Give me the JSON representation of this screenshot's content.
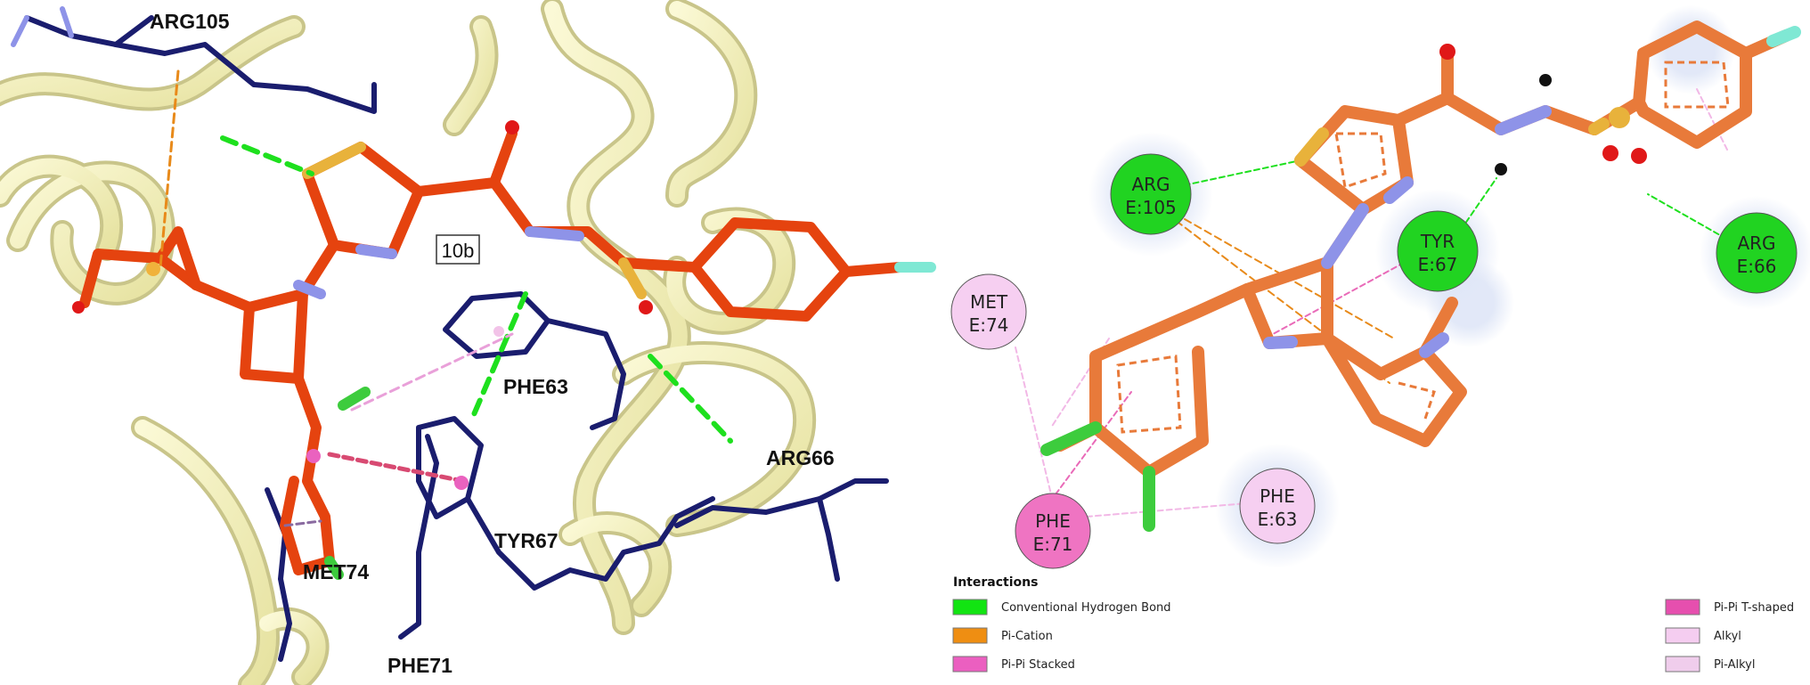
{
  "view3d": {
    "ligand_label": "10b",
    "residues": [
      "ARG105",
      "PHE63",
      "ARG66",
      "TYR67",
      "MET74",
      "PHE71"
    ]
  },
  "view2d": {
    "residues": [
      {
        "line1": "ARG",
        "line2": "E:105",
        "color": "#21d321"
      },
      {
        "line1": "TYR",
        "line2": "E:67",
        "color": "#21d321"
      },
      {
        "line1": "ARG",
        "line2": "E:66",
        "color": "#21d321"
      },
      {
        "line1": "MET",
        "line2": "E:74",
        "color": "#f6cff1"
      },
      {
        "line1": "PHE",
        "line2": "E:71",
        "color": "#ef74c2"
      },
      {
        "line1": "PHE",
        "line2": "E:63",
        "color": "#f6cff1"
      }
    ]
  },
  "legend": {
    "title": "Interactions",
    "items": [
      {
        "label": "Conventional Hydrogen Bond",
        "color": "#12e412"
      },
      {
        "label": "Pi-Cation",
        "color": "#ef8e12"
      },
      {
        "label": "Pi-Pi Stacked",
        "color": "#eb5fc0"
      },
      {
        "label": "Pi-Pi T-shaped",
        "color": "#e64fae"
      },
      {
        "label": "Alkyl",
        "color": "#f5cdf0"
      },
      {
        "label": "Pi-Alkyl",
        "color": "#f0cdec"
      }
    ]
  },
  "colors": {
    "ligand3d": "#e5430f",
    "ligand2d": "#e87a3a",
    "residue": "#1a1d6e",
    "helix": "#f3f0b4",
    "nitrogen": "#8e93e8",
    "sulfur": "#e8b23b",
    "oxygen": "#e01818",
    "fluorine": "#7fe8d4",
    "chlorine": "#3dcc3d",
    "hbond": "#1ee01e",
    "pication": "#e88a1a",
    "pipi": "#e96ab8"
  }
}
